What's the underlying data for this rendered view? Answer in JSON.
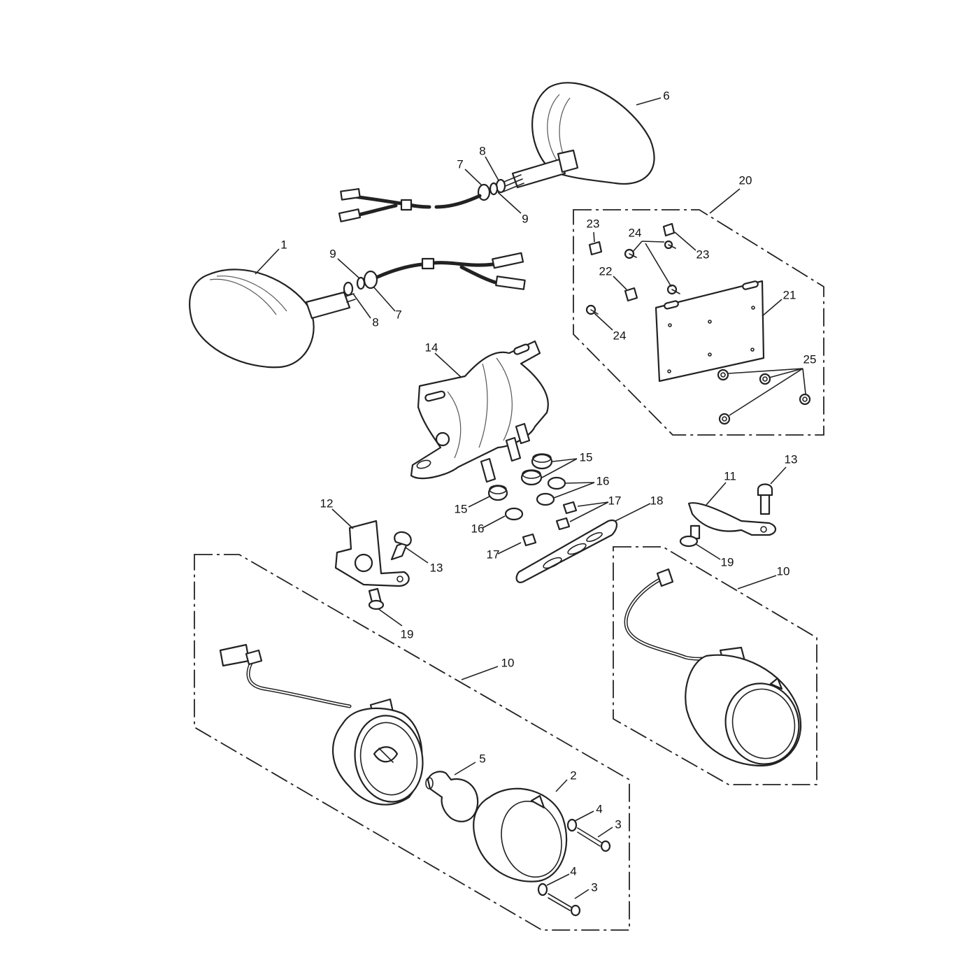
{
  "callouts": [
    "1",
    "2",
    "3",
    "3",
    "4",
    "4",
    "5",
    "6",
    "7",
    "7",
    "8",
    "8",
    "9",
    "9",
    "10",
    "10",
    "11",
    "12",
    "13",
    "13",
    "14",
    "15",
    "15",
    "16",
    "16",
    "17",
    "17",
    "18",
    "19",
    "19",
    "20",
    "21",
    "22",
    "23",
    "23",
    "24",
    "24",
    "25"
  ]
}
